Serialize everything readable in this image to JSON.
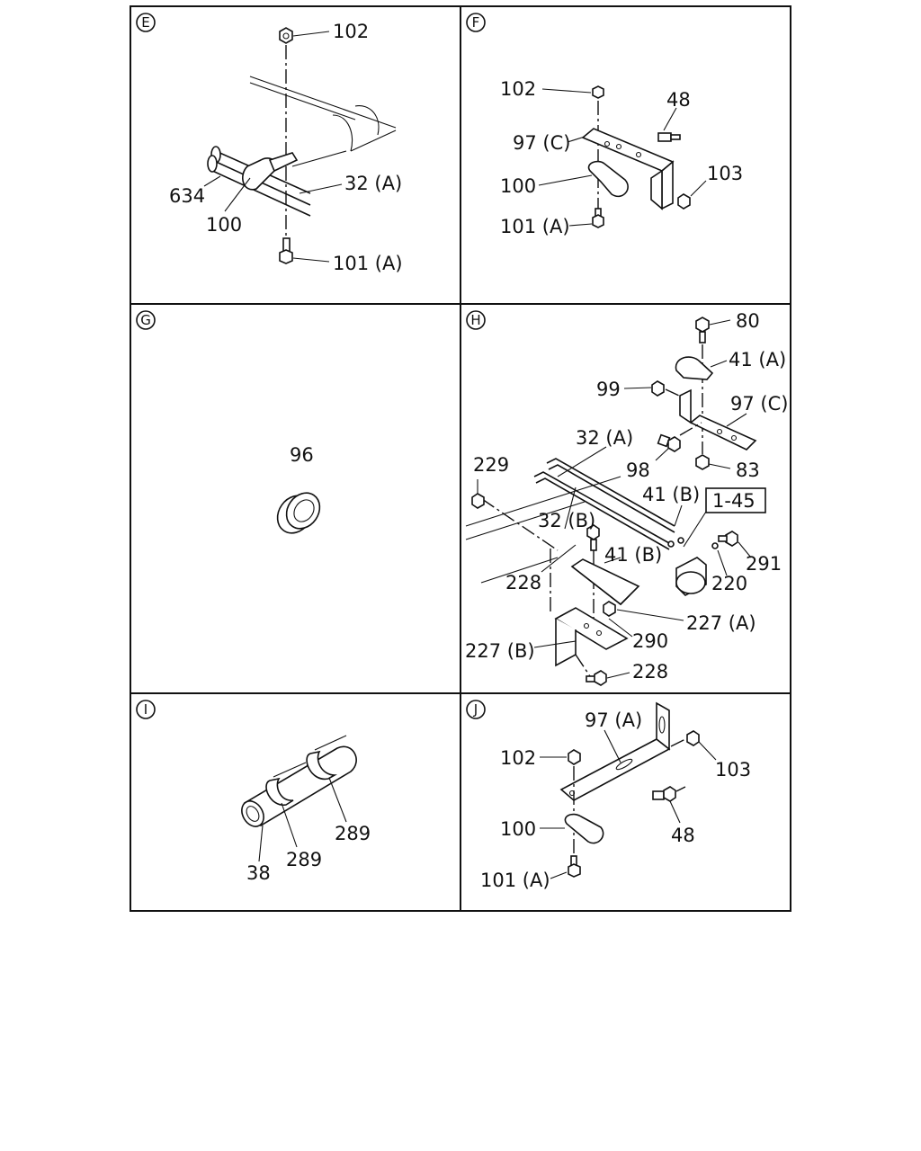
{
  "panels": {
    "E": {
      "letter": "E",
      "labels": [
        "102",
        "634",
        "32 (A)",
        "100",
        "101 (A)"
      ]
    },
    "F": {
      "letter": "F",
      "labels": [
        "102",
        "48",
        "97 (C)",
        "103",
        "100",
        "101 (A)"
      ]
    },
    "G": {
      "letter": "G",
      "labels": [
        "96"
      ]
    },
    "H": {
      "letter": "H",
      "labels": [
        "80",
        "41 (A)",
        "99",
        "97 (C)",
        "32 (A)",
        "98",
        "83",
        "229",
        "41 (B)",
        "1-45",
        "32 (B)",
        "291",
        "41 (B)",
        "220",
        "228",
        "227 (A)",
        "290",
        "227 (B)",
        "228"
      ]
    },
    "I": {
      "letter": "I",
      "labels": [
        "289",
        "38",
        "289"
      ]
    },
    "J": {
      "letter": "J",
      "labels": [
        "97 (A)",
        "102",
        "103",
        "100",
        "48",
        "101 (A)"
      ]
    }
  },
  "colors": {
    "ink": "#111111",
    "paper": "#ffffff"
  }
}
